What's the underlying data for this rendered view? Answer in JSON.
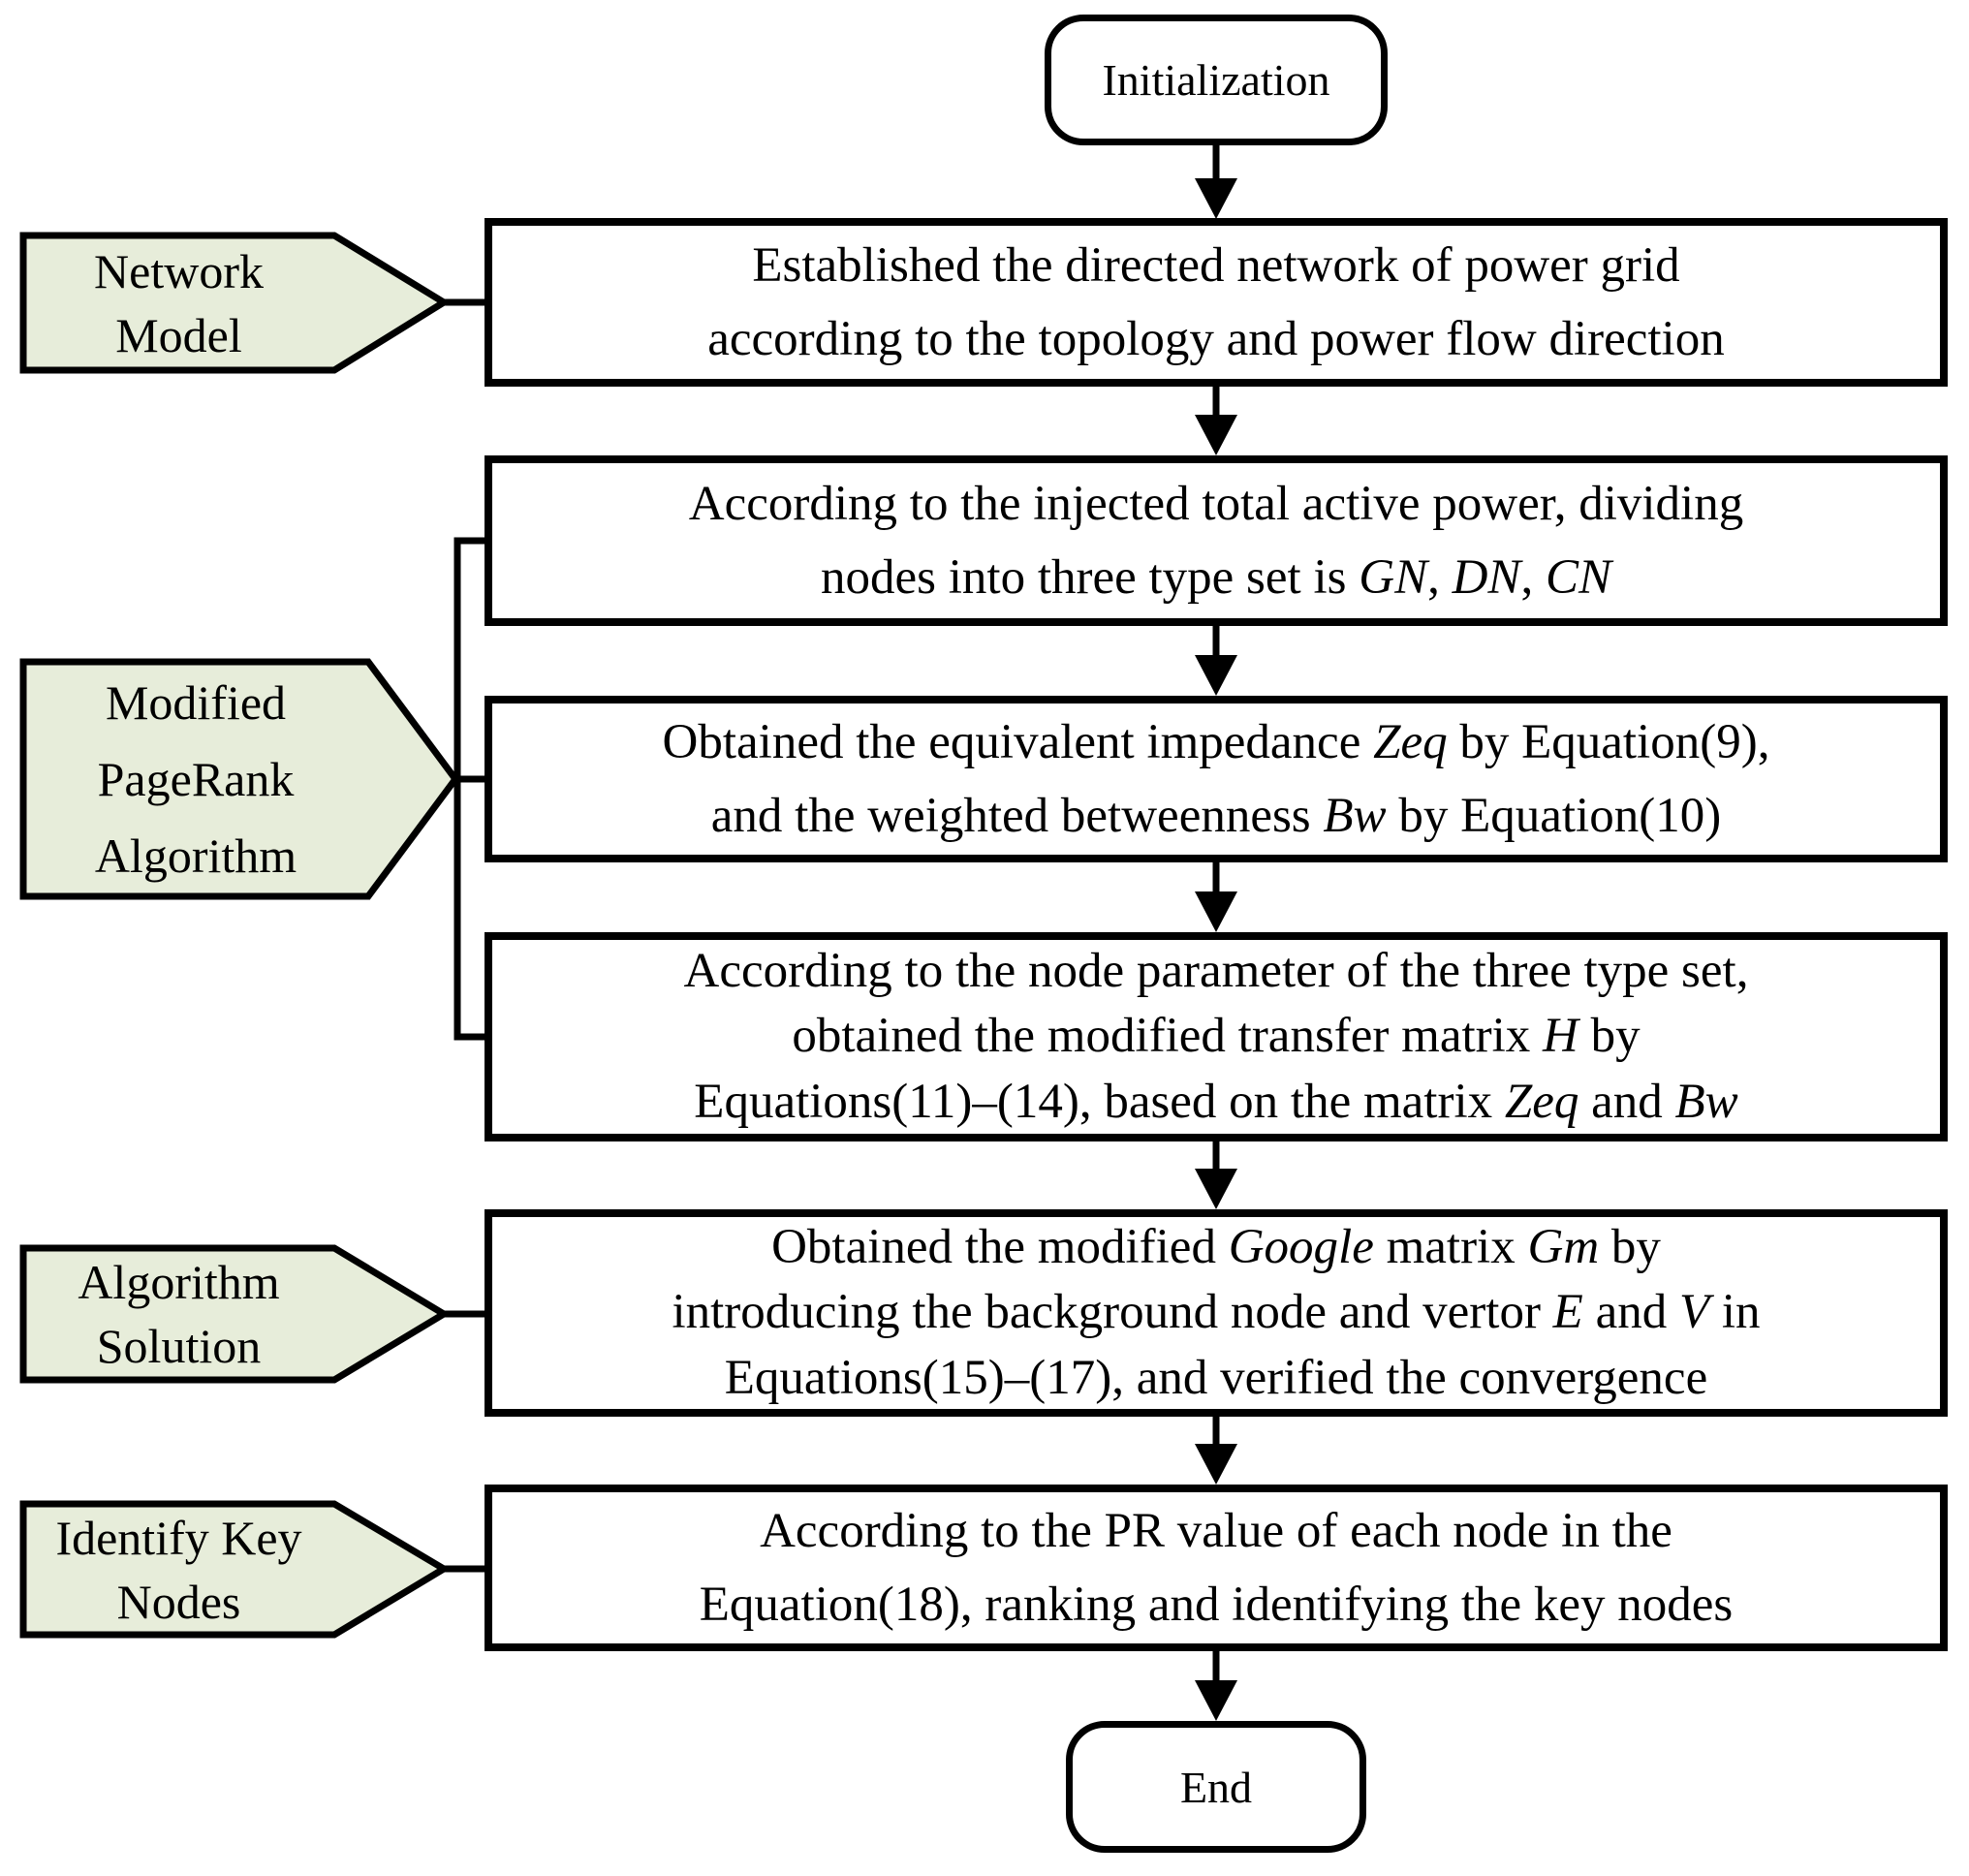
{
  "title": "Modified PageRank algorithm flowchart",
  "colors": {
    "pentagon_fill": "#e7edda",
    "line": "#000000",
    "box_fill": "#ffffff"
  },
  "terminators": {
    "start": "Initialization",
    "end": "End"
  },
  "side_labels": [
    {
      "id": "network-model",
      "lines": [
        "Network",
        "Model"
      ]
    },
    {
      "id": "modified-pagerank-algorithm",
      "lines": [
        "Modified",
        "PageRank",
        "Algorithm"
      ]
    },
    {
      "id": "algorithm-solution",
      "lines": [
        "Algorithm",
        "Solution"
      ]
    },
    {
      "id": "identify-key-nodes",
      "lines": [
        "Identify Key",
        "Nodes"
      ]
    }
  ],
  "steps": [
    {
      "id": "build-network",
      "segments": [
        {
          "t": "Established the directed network of power grid"
        },
        {
          "br": true
        },
        {
          "t": "according to the topology and power flow direction"
        }
      ]
    },
    {
      "id": "divide-nodes",
      "segments": [
        {
          "t": "According to the injected total active power, dividing"
        },
        {
          "br": true
        },
        {
          "t": "nodes into three type set is "
        },
        {
          "t": "GN",
          "i": true
        },
        {
          "t": ", "
        },
        {
          "t": "DN",
          "i": true
        },
        {
          "t": ", "
        },
        {
          "t": "CN",
          "i": true
        }
      ]
    },
    {
      "id": "impedance-betweenness",
      "segments": [
        {
          "t": "Obtained the equivalent impedance "
        },
        {
          "t": "Zeq",
          "i": true
        },
        {
          "t": " by Equation(9),"
        },
        {
          "br": true
        },
        {
          "t": "and the weighted betweenness "
        },
        {
          "t": "Bw",
          "i": true
        },
        {
          "t": " by Equation(10)"
        }
      ]
    },
    {
      "id": "transfer-matrix",
      "segments": [
        {
          "t": "According to the node parameter of the three type set,"
        },
        {
          "br": true
        },
        {
          "t": "obtained the modified transfer matrix "
        },
        {
          "t": "H",
          "i": true
        },
        {
          "t": " by"
        },
        {
          "br": true
        },
        {
          "t": "Equations(11)–(14), based on the matrix "
        },
        {
          "t": "Zeq",
          "i": true
        },
        {
          "t": " and "
        },
        {
          "t": "Bw",
          "i": true
        }
      ]
    },
    {
      "id": "google-matrix",
      "segments": [
        {
          "t": "Obtained the modified "
        },
        {
          "t": "Google",
          "i": true
        },
        {
          "t": " matrix "
        },
        {
          "t": "Gm",
          "i": true
        },
        {
          "t": " by"
        },
        {
          "br": true
        },
        {
          "t": "introducing the background node and vertor "
        },
        {
          "t": "E",
          "i": true
        },
        {
          "t": " and "
        },
        {
          "t": "V",
          "i": true
        },
        {
          "t": " in"
        },
        {
          "br": true
        },
        {
          "t": "Equations(15)–(17), and verified the convergence"
        }
      ]
    },
    {
      "id": "rank-nodes",
      "segments": [
        {
          "t": "According to the PR value of each node in the"
        },
        {
          "br": true
        },
        {
          "t": "Equation(18), ranking and identifying the key nodes"
        }
      ]
    }
  ]
}
